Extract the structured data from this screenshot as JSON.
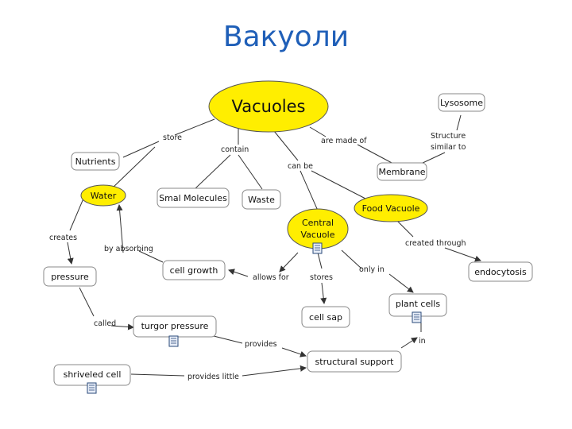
{
  "title": "Вакуоли",
  "nodes": {
    "vacuoles": "Vacuoles",
    "lysosome": "Lysosome",
    "nutrients": "Nutrients",
    "membrane": "Membrane",
    "water": "Water",
    "small_molecules": "Smal Molecules",
    "waste": "Waste",
    "food_vacuole": "Food Vacuole",
    "central_vacuole_l1": "Central",
    "central_vacuole_l2": "Vacuole",
    "pressure": "pressure",
    "cell_growth": "cell growth",
    "endocytosis": "endocytosis",
    "plant_cells": "plant cells",
    "cell_sap": "cell sap",
    "turgor_pressure": "turgor pressure",
    "structural_support": "structural support",
    "shriveled_cell": "shriveled cell"
  },
  "links": {
    "store": "store",
    "contain": "contain",
    "are_made_of": "are made of",
    "structure_l1": "Structure",
    "structure_l2": "similar to",
    "can_be": "can be",
    "creates": "creates",
    "by_absorbing": "by absorbing",
    "allows_for": "allows for",
    "stores": "stores",
    "only_in": "only in",
    "created_through": "created through",
    "called": "called",
    "provides": "provides",
    "in": "in",
    "provides_little": "provides little"
  },
  "icons": [
    "document-icon"
  ],
  "colors": {
    "title": "#1f5fb8",
    "highlight": "#ffee00"
  }
}
